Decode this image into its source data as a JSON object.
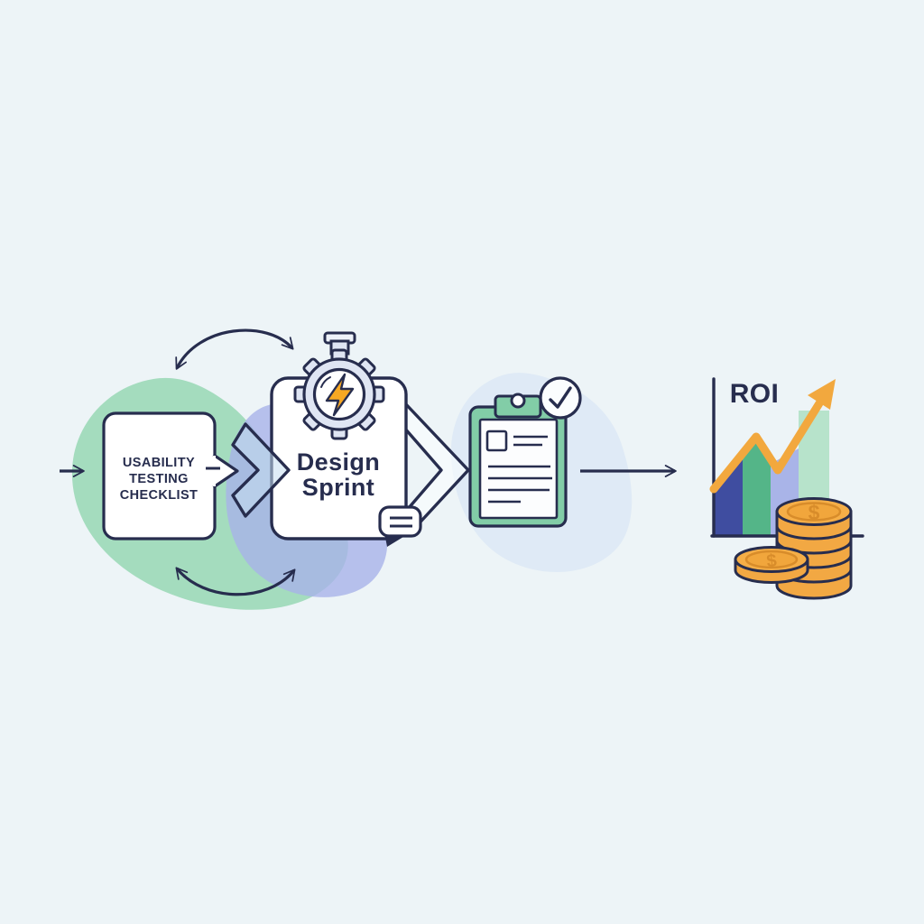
{
  "scene": {
    "background": "#edf4f7",
    "ink": "#272d4e",
    "description_type": "process-flow-illustration"
  },
  "flow": {
    "usability_box": {
      "lines": [
        "USABILITY",
        "TESTING",
        "CHECKLIST"
      ]
    },
    "design_box": {
      "lines": [
        "Design",
        "Sprint"
      ]
    },
    "roi": {
      "label": "ROI",
      "coin_symbol": "$"
    }
  },
  "roi_chart": {
    "type": "bar",
    "bars": [
      {
        "color": "#3f4da0",
        "height_pct": 35
      },
      {
        "color": "#54b588",
        "height_pct": 58
      },
      {
        "color": "#a9b4e8",
        "height_pct": 48
      },
      {
        "color": "#b7e3cb",
        "height_pct": 79
      }
    ],
    "trend": "rising",
    "trend_color": "#f2a83e",
    "legend": "none",
    "axis_labels": "none"
  },
  "palette": {
    "blob_green": "#97d7b4",
    "blob_blue": "#a7b3e9",
    "blob_light": "#dde9f5",
    "gear_fill": "#dfe5f3",
    "bolt_orange": "#f7a823",
    "clipboard_green": "#82cda7",
    "paper_white": "#fcfdfe",
    "coin_gold": "#f2a843",
    "coin_top": "#f5ae47",
    "coin_detail": "#d88c2a"
  },
  "icons": {
    "entry-arrow-icon": "right arrow",
    "cycle-arrow-top-icon": "curved double-headed arrow (iteration)",
    "cycle-arrow-bottom-icon": "curved double-headed arrow (iteration)",
    "chevron-connector-icon": "bold chevron pointing right",
    "gear-lightning-icon": "gear with lightning bolt and stopwatch crown",
    "speech-bubble-icon": "speech bubble with two lines",
    "exit-chevron-icon": "outlined chevron pointing right",
    "clipboard-checklist-icon": "green clipboard with checkbox and text lines",
    "check-badge-icon": "circled checkmark",
    "flow-arrow-icon": "long right arrow",
    "growth-arrow-icon": "orange rising zigzag arrow",
    "coin-stack-icon": "stack of dollar coins",
    "coin-icon": "single dollar coin"
  }
}
